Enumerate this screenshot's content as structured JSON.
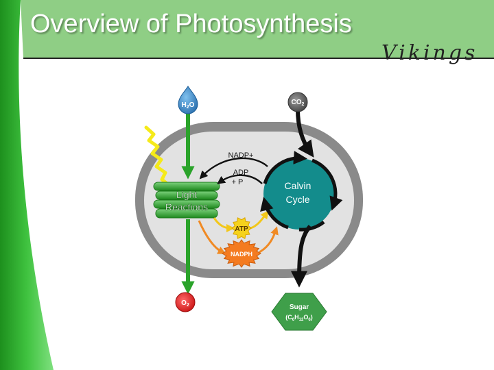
{
  "slide": {
    "title": "Overview of Photosynthesis",
    "brand": "Vikings",
    "colors": {
      "header_green": "#8fce85",
      "accent_green": "#2aa32a",
      "chloroplast_outer": "#8a8a8a",
      "chloroplast_inner": "#e2e2e2",
      "calvin_teal": "#138c8c",
      "atp_yellow": "#f5d21c",
      "nadph_orange": "#f47b20",
      "o2_red": "#e02020",
      "h2o_blue": "#3a86c4",
      "co2_gray": "#5a5a5a"
    }
  },
  "diagram": {
    "h2o": {
      "main": "H",
      "sub": "2",
      "tail": "O"
    },
    "co2": {
      "main": "CO",
      "sub": "2"
    },
    "o2": {
      "main": "O",
      "sub": "2"
    },
    "nadp": "NADP+",
    "adp_line1": "ADP",
    "adp_line2": "+ P",
    "light_line1": "Light",
    "light_line2": "Reactions",
    "calvin_line1": "Calvin",
    "calvin_line2": "Cycle",
    "atp": "ATP",
    "nadph": "NADPH",
    "sugar": {
      "label": "Sugar",
      "open": "(C",
      "c_sub": "6",
      "h": "H",
      "h_sub": "12",
      "o": "O",
      "o_sub": "6",
      "close": ")"
    }
  }
}
